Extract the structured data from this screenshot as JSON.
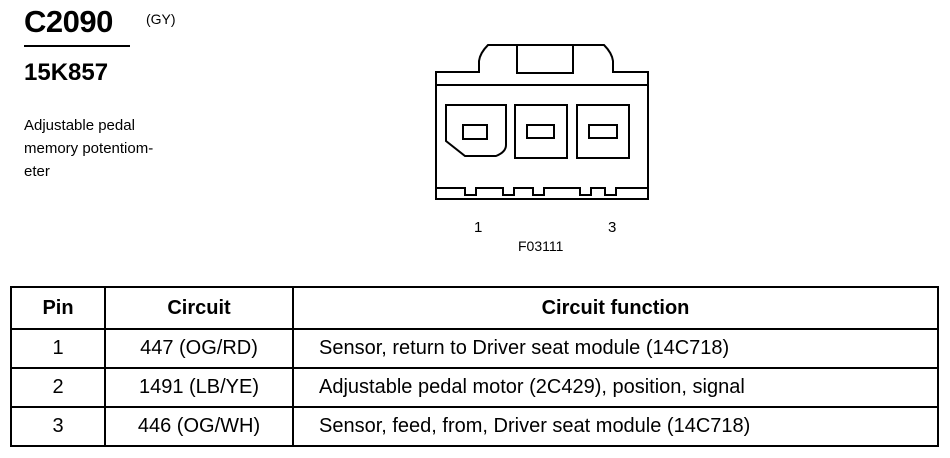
{
  "header": {
    "connector_id": "C2090",
    "connector_color": "(GY)",
    "part_number": "15K857",
    "description_lines": [
      "Adjustable pedal",
      "memory potentiom-",
      "eter"
    ]
  },
  "figure": {
    "pin_labels": {
      "left": "1",
      "right": "3"
    },
    "figure_id": "F03111"
  },
  "table": {
    "headers": {
      "pin": "Pin",
      "circuit": "Circuit",
      "function": "Circuit function"
    },
    "rows": [
      {
        "pin": "1",
        "circuit": "447 (OG/RD)",
        "function": "Sensor, return to Driver seat module (14C718)"
      },
      {
        "pin": "2",
        "circuit": "1491 (LB/YE)",
        "function": "Adjustable pedal motor (2C429), position, signal"
      },
      {
        "pin": "3",
        "circuit": "446 (OG/WH)",
        "function": "Sensor, feed, from, Driver seat module (14C718)"
      }
    ]
  }
}
